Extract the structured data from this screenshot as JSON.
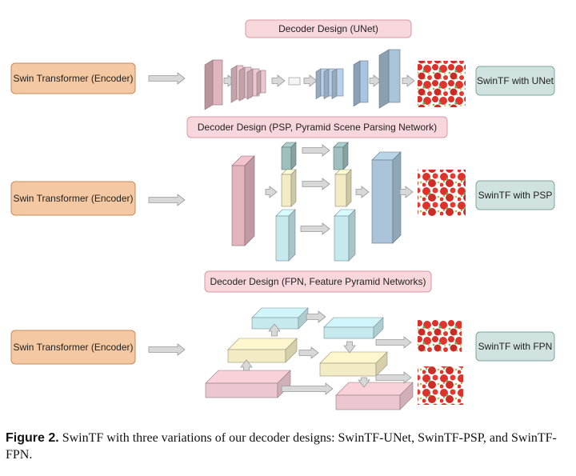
{
  "headers": {
    "unet": "Decoder Design (UNet)",
    "psp": "Decoder Design (PSP, Pyramid Scene Parsing Network)",
    "fpn": "Decoder Design (FPN, Feature Pyramid Networks)"
  },
  "encoder_label": "Swin Transformer (Encoder)",
  "outputs": {
    "unet": "SwinTF with UNet",
    "psp": "SwinTF with PSP",
    "fpn": "SwinTF with FPN"
  },
  "caption": {
    "label": "Figure 2.",
    "text": "SwinTF with three variations of our decoder designs: SwinTF-UNet, SwinTF-PSP, and SwinTF-FPN."
  },
  "colors": {
    "header_fill": "#f7d7dc",
    "header_stroke": "#d99aa4",
    "encoder_fill": "#f3c8a2",
    "encoder_stroke": "#c9885a",
    "output_fill": "#cfe2df",
    "output_stroke": "#7ea69f",
    "arrow_fill": "#d8d8d8",
    "arrow_stroke": "#9a9a9a"
  },
  "icons": [
    "arrow-icon",
    "feature-map-block",
    "segmentation-mask-image"
  ]
}
